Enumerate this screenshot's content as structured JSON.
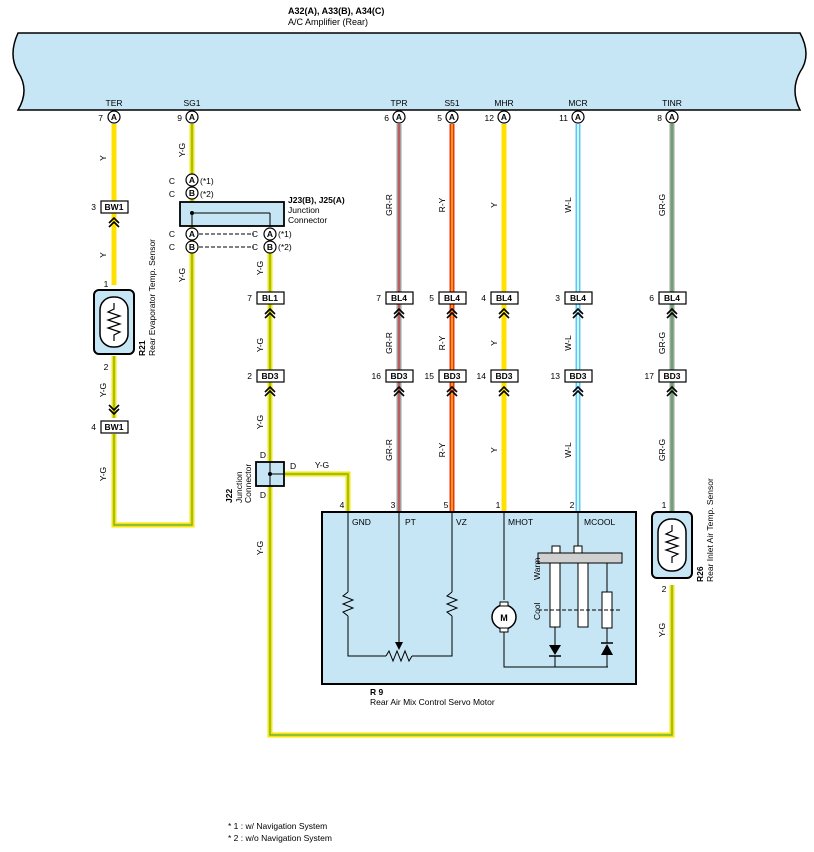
{
  "amplifier": {
    "title_code": "A32(A), A33(B), A34(C)",
    "title_name": "A/C Amplifier (Rear)",
    "pins": [
      {
        "name": "TER",
        "num": "7",
        "conn": "A"
      },
      {
        "name": "SG1",
        "num": "9",
        "conn": "A"
      },
      {
        "name": "TPR",
        "num": "6",
        "conn": "A"
      },
      {
        "name": "S51",
        "num": "5",
        "conn": "A"
      },
      {
        "name": "MHR",
        "num": "12",
        "conn": "A"
      },
      {
        "name": "MCR",
        "num": "11",
        "conn": "A"
      },
      {
        "name": "TINR",
        "num": "8",
        "conn": "A"
      }
    ]
  },
  "wire_colors": {
    "Y": "#ffe100",
    "Y-G": "#ffe100",
    "GR-R": "#a0a0a0",
    "R-Y": "#e8331c",
    "W-L": "#5ac8f0",
    "GR-G": "#4caf50",
    "green_stripe": "#4caf50",
    "red_stripe": "#d03030",
    "yellow_stripe": "#ffe100",
    "blue_stripe": "#1e88e5"
  },
  "wire_labels": {
    "y": "Y",
    "yg": "Y-G",
    "grr": "GR-R",
    "ry": "R-Y",
    "wl": "W-L",
    "grg": "GR-G"
  },
  "connectors": {
    "bw1_top": {
      "pin": "3",
      "name": "BW1"
    },
    "bw1_bottom": {
      "pin": "4",
      "name": "BW1"
    },
    "bl1": {
      "pin": "7",
      "name": "BL1"
    },
    "bd3_left": {
      "pin": "2",
      "name": "BD3"
    },
    "bl4": {
      "name": "BL4",
      "pins": [
        "7",
        "5",
        "4",
        "3",
        "6"
      ]
    },
    "bd3": {
      "name": "BD3",
      "pins": [
        "16",
        "15",
        "14",
        "13",
        "17"
      ]
    }
  },
  "sensors": {
    "r21": {
      "code": "R21",
      "name": "Rear Evaporator Temp. Sensor",
      "pin_top": "1",
      "pin_bottom": "2"
    },
    "r26": {
      "code": "R26",
      "name": "Rear Inlet Air Temp. Sensor",
      "pin_top": "1",
      "pin_bottom": "2"
    }
  },
  "junction_j23": {
    "code": "J23(B), J25(A)",
    "name_line1": "Junction",
    "name_line2": "Connector",
    "letter_c": "C",
    "circle_a": "A",
    "circle_b": "B",
    "note1": "(*1)",
    "note2": "(*2)"
  },
  "junction_j22": {
    "code": "J22",
    "name_line1": "Junction",
    "name_line2": "Connector",
    "letter_d": "D"
  },
  "servo": {
    "code": "R 9",
    "name": "Rear Air Mix Control Servo Motor",
    "terminals": [
      {
        "label": "GND",
        "pin": "4"
      },
      {
        "label": "PT",
        "pin": "3"
      },
      {
        "label": "VZ",
        "pin": "5"
      },
      {
        "label": "MHOT",
        "pin": "1"
      },
      {
        "label": "MCOOL",
        "pin": "2"
      }
    ],
    "motor_label": "M",
    "warm_label": "Warm",
    "cool_label": "Cool"
  },
  "footnotes": [
    "* 1 : w/ Navigation System",
    "* 2 : w/o Navigation System"
  ]
}
